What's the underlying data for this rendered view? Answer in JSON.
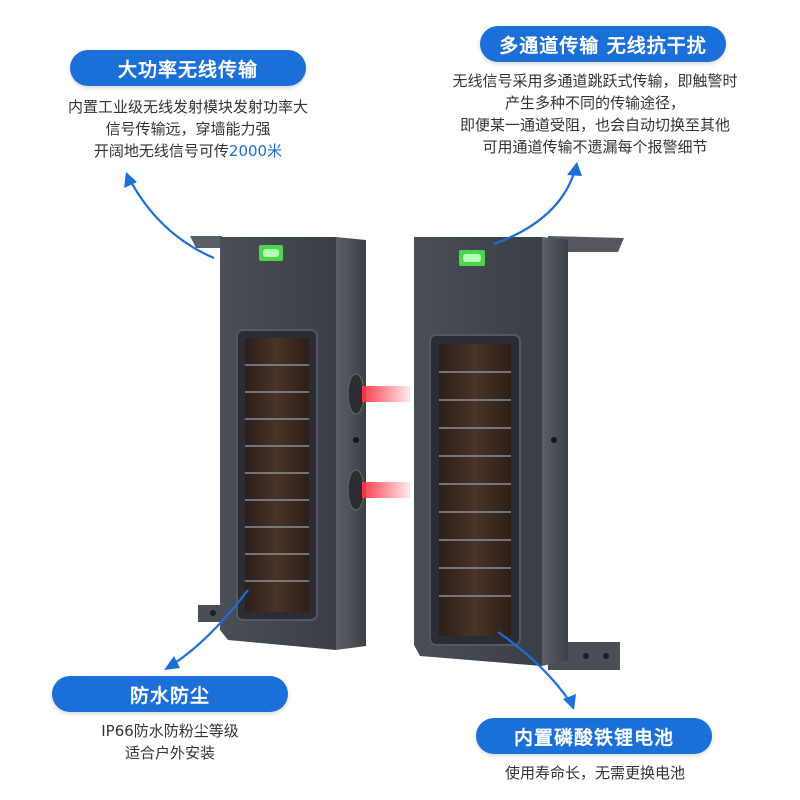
{
  "features": {
    "top_left": {
      "title": "大功率无线传输",
      "lines": [
        "内置工业级无线发射模块发射功率大",
        "信号传输远，穿墙能力强"
      ],
      "line3_prefix": "开阔地无线信号可传",
      "line3_highlight": "2000米"
    },
    "top_right": {
      "title": "多通道传输 无线抗干扰",
      "lines": [
        "无线信号采用多通道跳跃式传输，即触警时",
        "产生多种不同的传输途径，",
        "即便某一通道受阻，也会自动切换至其他",
        "可用通道传输不遗漏每个报警细节"
      ]
    },
    "bottom_left": {
      "title": "防水防尘",
      "lines": [
        "IP66防水防粉尘等级",
        "适合户外安装"
      ]
    },
    "bottom_right": {
      "title": "内置磷酸铁锂电池",
      "lines": [
        "使用寿命长，无需更换电池"
      ]
    }
  },
  "colors": {
    "badge": "#1a6fd8",
    "device_body": "#3d4249",
    "solar_panel": "#3b2a22",
    "level_bubble": "#4cd64c",
    "beam": "#e0303a"
  }
}
